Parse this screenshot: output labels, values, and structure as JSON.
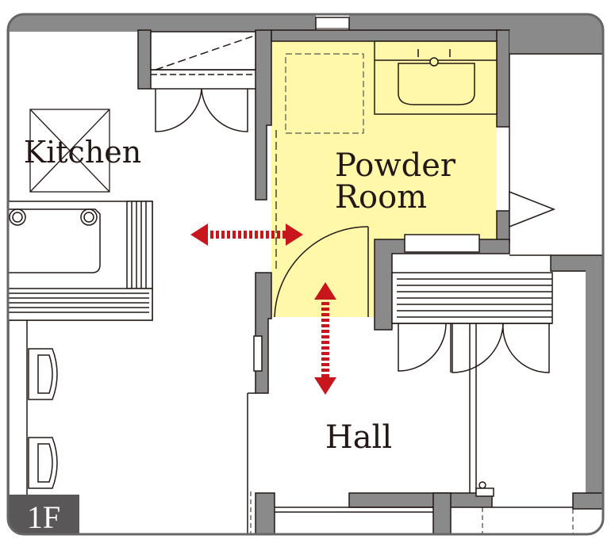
{
  "floor_plan": {
    "floor_badge": "1F",
    "rooms": {
      "kitchen": "Kitchen",
      "powder_room_line1": "Powder",
      "powder_room_line2": "Room",
      "hall": "Hall"
    },
    "colors": {
      "wall": "#8a8a8a",
      "line": "#231815",
      "highlight": "#fff8a8",
      "arrow": "#c8161d",
      "badge": "#595757",
      "frame": "#666666"
    },
    "arrows": [
      {
        "name": "horizontal-passage-arrow",
        "direction": "left-right"
      },
      {
        "name": "vertical-passage-arrow",
        "direction": "up-down"
      }
    ]
  }
}
